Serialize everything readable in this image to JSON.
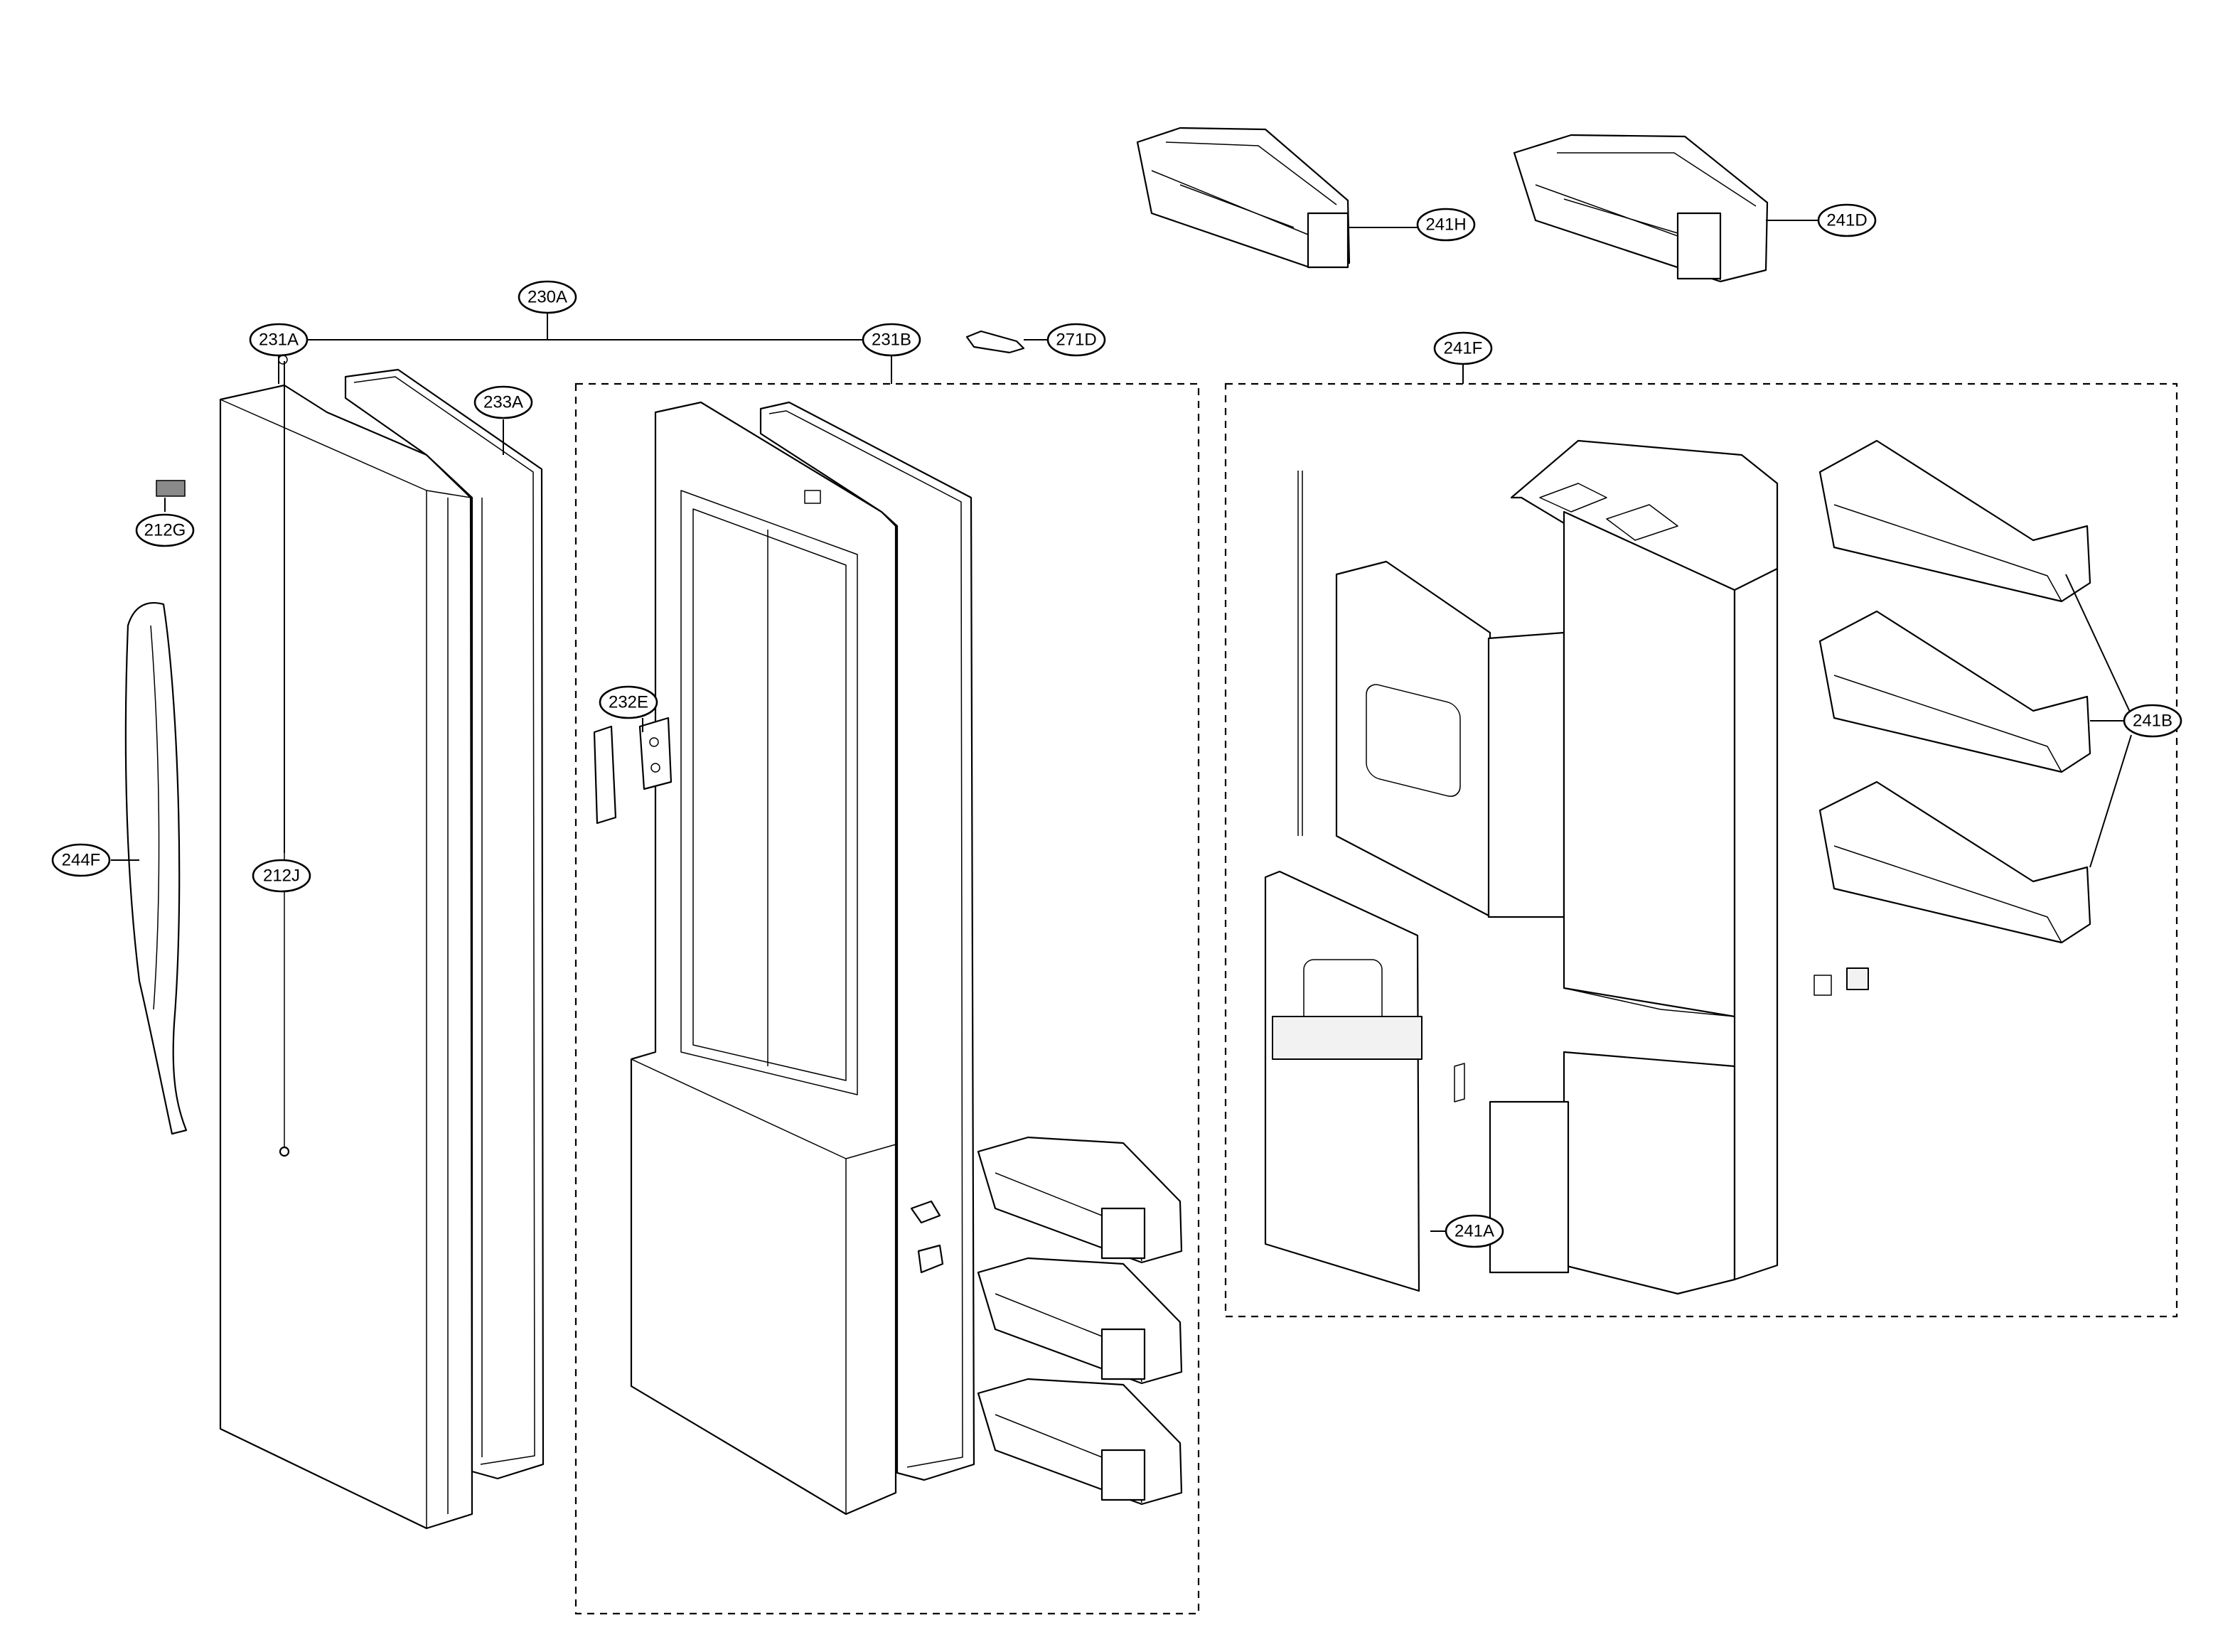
{
  "callouts": {
    "c241H": "241H",
    "c241D": "241D",
    "c230A": "230A",
    "c231A": "231A",
    "c231B": "231B",
    "c271D": "271D",
    "c241F": "241F",
    "c233A": "233A",
    "c212G": "212G",
    "c232E": "232E",
    "c244F": "244F",
    "c212J": "212J",
    "c241B": "241B",
    "c241A": "241A"
  }
}
